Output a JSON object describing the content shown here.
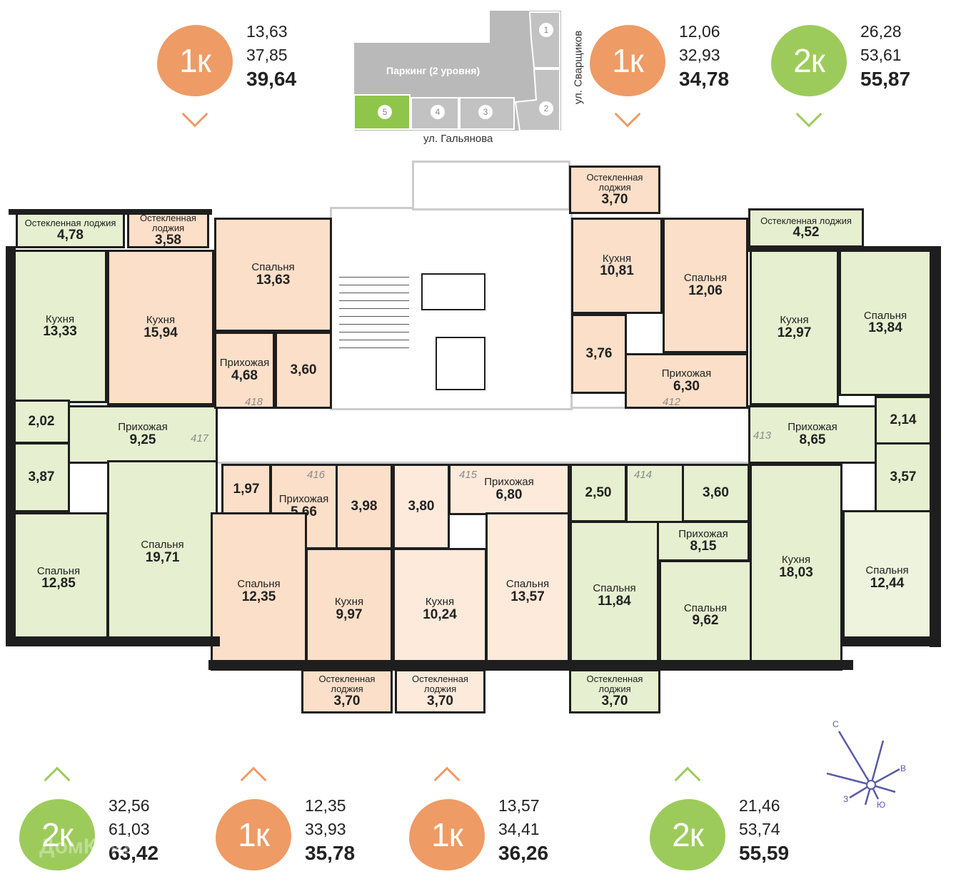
{
  "colors": {
    "one_room": "#ee9b65",
    "two_room": "#9dcb5b",
    "one_room_fill": "#fcdfc8",
    "two_room_fill": "#e6efcf"
  },
  "badges": [
    {
      "type": "1к",
      "line1": "13,63",
      "line2": "37,85",
      "total": "39,64",
      "color": "#ee9b65",
      "arrow": "chevron-down"
    },
    {
      "type": "1к",
      "line1": "12,06",
      "line2": "32,93",
      "total": "34,78",
      "color": "#ee9b65",
      "arrow": "chevron-down"
    },
    {
      "type": "2к",
      "line1": "26,28",
      "line2": "53,61",
      "total": "55,87",
      "color": "#9dcb5b",
      "arrow": "chevron-down"
    },
    {
      "type": "2к",
      "line1": "32,56",
      "line2": "61,03",
      "total": "63,42",
      "color": "#9dcb5b",
      "arrow": "chevron-up"
    },
    {
      "type": "1к",
      "line1": "12,35",
      "line2": "33,93",
      "total": "35,78",
      "color": "#ee9b65",
      "arrow": "chevron-up"
    },
    {
      "type": "1к",
      "line1": "13,57",
      "line2": "34,41",
      "total": "36,26",
      "color": "#ee9b65",
      "arrow": "chevron-up"
    },
    {
      "type": "2к",
      "line1": "21,46",
      "line2": "53,74",
      "total": "55,59",
      "color": "#9dcb5b",
      "arrow": "chevron-up"
    }
  ],
  "site_map": {
    "parking": "Паркинг (2 уровня)",
    "sections": [
      "1",
      "2",
      "3",
      "4",
      "5"
    ],
    "selected_section": "5",
    "street_bottom": "ул. Гальянова",
    "street_right": "ул. Сварщиков"
  },
  "apartments": [
    {
      "number": "417",
      "rooms": [
        {
          "name": "Остекленная лоджия",
          "area": "4,78"
        },
        {
          "name": "Кухня",
          "area": "13,33"
        },
        {
          "name": "",
          "area": "2,02"
        },
        {
          "name": "",
          "area": "3,87"
        },
        {
          "name": "Прихожая",
          "area": "9,25"
        },
        {
          "name": "Спальня",
          "area": "12,85"
        },
        {
          "name": "Спальня",
          "area": "19,71"
        }
      ]
    },
    {
      "number": "418",
      "rooms": [
        {
          "name": "Остекленная лоджия",
          "area": "3,58"
        },
        {
          "name": "Кухня",
          "area": "15,94"
        },
        {
          "name": "Спальня",
          "area": "13,63"
        },
        {
          "name": "Прихожая",
          "area": "4,68"
        },
        {
          "name": "",
          "area": "3,60"
        }
      ]
    },
    {
      "number": "412",
      "rooms": [
        {
          "name": "Остекленная лоджия",
          "area": "3,70"
        },
        {
          "name": "Кухня",
          "area": "10,81"
        },
        {
          "name": "Спальня",
          "area": "12,06"
        },
        {
          "name": "",
          "area": "3,76"
        },
        {
          "name": "Прихожая",
          "area": "6,30"
        }
      ]
    },
    {
      "number": "413",
      "rooms": [
        {
          "name": "Остекленная лоджия",
          "area": "4,52"
        },
        {
          "name": "Кухня",
          "area": "12,97"
        },
        {
          "name": "Спальня",
          "area": "13,84"
        },
        {
          "name": "Прихожая",
          "area": "8,65"
        },
        {
          "name": "",
          "area": "2,14"
        },
        {
          "name": "",
          "area": "3,57"
        },
        {
          "name": "Спальня",
          "area": "12,44"
        }
      ]
    },
    {
      "number": "416",
      "rooms": [
        {
          "name": "",
          "area": "1,97"
        },
        {
          "name": "Прихожая",
          "area": "5,66"
        },
        {
          "name": "",
          "area": "3,98"
        },
        {
          "name": "Спальня",
          "area": "12,35"
        },
        {
          "name": "Кухня",
          "area": "9,97"
        },
        {
          "name": "Остекленная лоджия",
          "area": "3,70"
        }
      ]
    },
    {
      "number": "415",
      "rooms": [
        {
          "name": "",
          "area": "3,80"
        },
        {
          "name": "Прихожая",
          "area": "6,80"
        },
        {
          "name": "Кухня",
          "area": "10,24"
        },
        {
          "name": "Спальня",
          "area": "13,57"
        },
        {
          "name": "Остекленная лоджия",
          "area": "3,70"
        }
      ]
    },
    {
      "number": "414",
      "rooms": [
        {
          "name": "",
          "area": "2,50"
        },
        {
          "name": "Прихожая",
          "area": "8,15"
        },
        {
          "name": "",
          "area": "3,60"
        },
        {
          "name": "Спальня",
          "area": "11,84"
        },
        {
          "name": "Спальня",
          "area": "9,62"
        },
        {
          "name": "Кухня",
          "area": "18,03"
        },
        {
          "name": "Остекленная лоджия",
          "area": "3,70"
        }
      ]
    }
  ],
  "compass": {
    "north": "С",
    "east": "В",
    "west": "З",
    "south": "Ю"
  },
  "watermark": "ДомКлик"
}
